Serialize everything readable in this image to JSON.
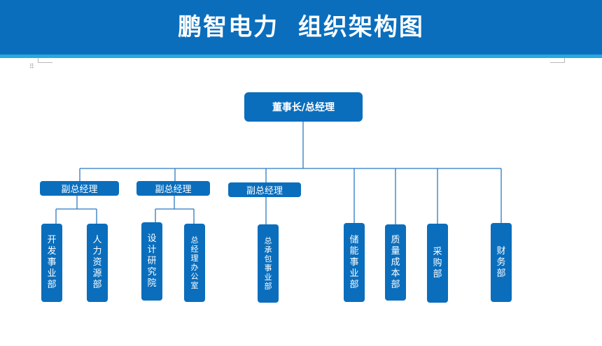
{
  "header": {
    "title": "鹏智电力  组织架构图",
    "bg_color": "#0a6ebd",
    "stripe_color": "#29a8e0"
  },
  "chart_data": {
    "type": "org-chart",
    "root": {
      "label": "董事长/总经理"
    },
    "vice_presidents": [
      {
        "label": "副总经理",
        "departments": [
          "开发事业部",
          "人力资源部"
        ]
      },
      {
        "label": "副总经理",
        "departments": [
          "设计研究院",
          "总经理办公室"
        ]
      },
      {
        "label": "副总经理",
        "departments": [
          "总承包事业部"
        ]
      }
    ],
    "direct_departments": [
      "储能事业部",
      "质量成本部",
      "采购部",
      "财务部"
    ]
  },
  "icons": {
    "drag_handle": "drag-handle-icon"
  },
  "colors": {
    "box": "#0a6ebd",
    "line": "#2b78c2",
    "text": "#ffffff"
  }
}
